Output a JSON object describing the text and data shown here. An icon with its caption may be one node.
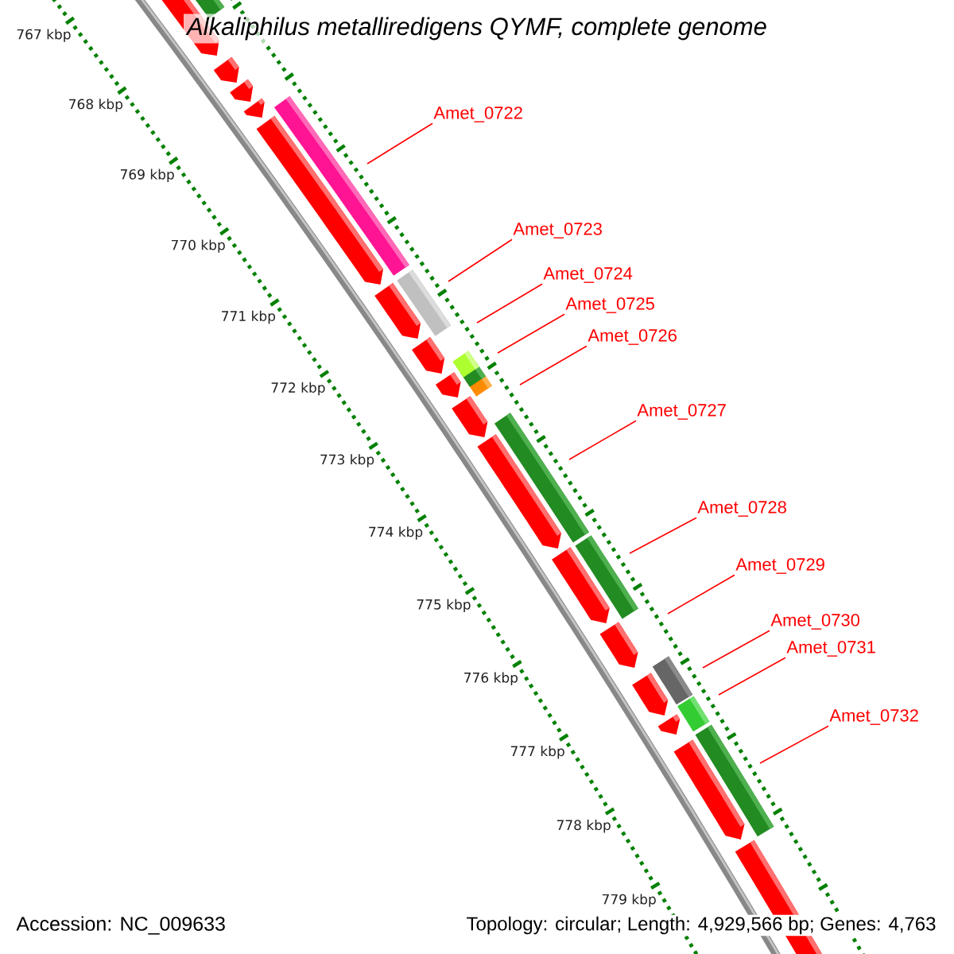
{
  "diagram": {
    "title": "Alkaliphilus metalliredigens QYMF, complete genome",
    "nodes": [
      {
        "text": [
          "Amet_0722"
        ]
      },
      {
        "text": [
          "Amet_0723"
        ]
      },
      {
        "text": [
          "Amet_0724"
        ]
      },
      {
        "text": [
          "Amet_0725"
        ]
      },
      {
        "text": [
          "Amet_0726"
        ]
      },
      {
        "text": [
          "Amet_0727"
        ]
      },
      {
        "text": [
          "Amet_0728"
        ]
      },
      {
        "text": [
          "Amet_0729"
        ]
      },
      {
        "text": [
          "Amet_0730"
        ]
      },
      {
        "text": [
          "Amet_0731"
        ]
      },
      {
        "text": [
          "Amet_0732"
        ]
      }
    ],
    "edges": [
      {
        "from": 0,
        "to": null,
        "arrow": "none"
      },
      {
        "from": 1,
        "to": null,
        "arrow": "none"
      },
      {
        "from": 2,
        "to": null,
        "arrow": "none"
      },
      {
        "from": 3,
        "to": null,
        "arrow": "none"
      },
      {
        "from": 4,
        "to": null,
        "arrow": "none"
      },
      {
        "from": 5,
        "to": null,
        "arrow": "none"
      },
      {
        "from": 6,
        "to": null,
        "arrow": "none"
      },
      {
        "from": 7,
        "to": null,
        "arrow": "none"
      },
      {
        "from": 8,
        "to": null,
        "arrow": "none"
      },
      {
        "from": 9,
        "to": null,
        "arrow": "none"
      },
      {
        "from": 10,
        "to": null,
        "arrow": "none"
      }
    ],
    "labels": [
      "767 kbp",
      "768 kbp",
      "769 kbp",
      "770 kbp",
      "771 kbp",
      "772 kbp",
      "773 kbp",
      "774 kbp",
      "775 kbp",
      "776 kbp",
      "777 kbp",
      "778 kbp",
      "779 kbp",
      "Accession: NC_009633",
      "Topology: circular; Length: 4,929,566 bp; Genes: 4,763"
    ]
  }
}
